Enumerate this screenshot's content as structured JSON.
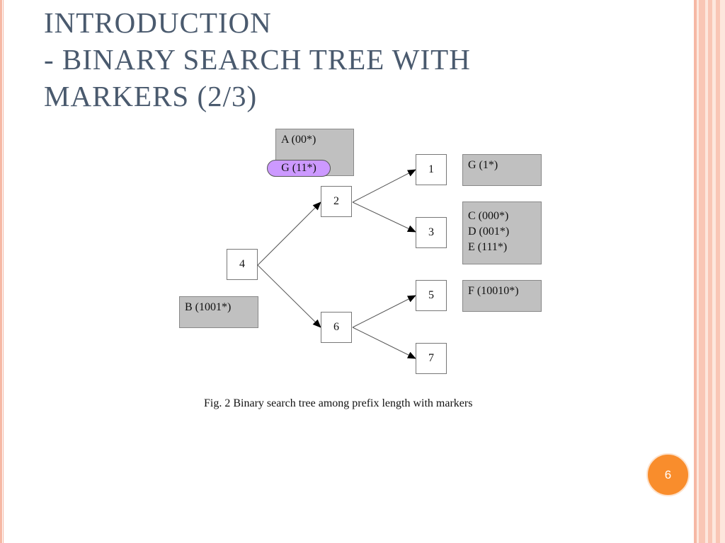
{
  "slide": {
    "title_lines": [
      "INTRODUCTION",
      "- BINARY SEARCH TREE WITH",
      "MARKERS (2/3)"
    ],
    "page_number": "6"
  },
  "diagram": {
    "nodes": {
      "n1": "1",
      "n2": "2",
      "n3": "3",
      "n4": "4",
      "n5": "5",
      "n6": "6",
      "n7": "7"
    },
    "boxes": {
      "a": [
        "A (00*)"
      ],
      "marker": "G (11*)",
      "g": [
        "G (1*)"
      ],
      "cde": [
        "C (000*)",
        "D (001*)",
        "E (111*)"
      ],
      "f": [
        "F (10010*)"
      ],
      "b": [
        "B (1001*)"
      ]
    },
    "edges": [
      [
        "4",
        "2"
      ],
      [
        "4",
        "6"
      ],
      [
        "2",
        "1"
      ],
      [
        "2",
        "3"
      ],
      [
        "6",
        "5"
      ],
      [
        "6",
        "7"
      ]
    ],
    "caption": "Fig. 2 Binary search tree among prefix length with markers"
  },
  "colors": {
    "title": "#4a5a6e",
    "grey_box": "#c0c0c0",
    "marker_pill": "#cc99ff",
    "page_badge": "#f98d2c",
    "stripes": "#f6b8a4"
  }
}
